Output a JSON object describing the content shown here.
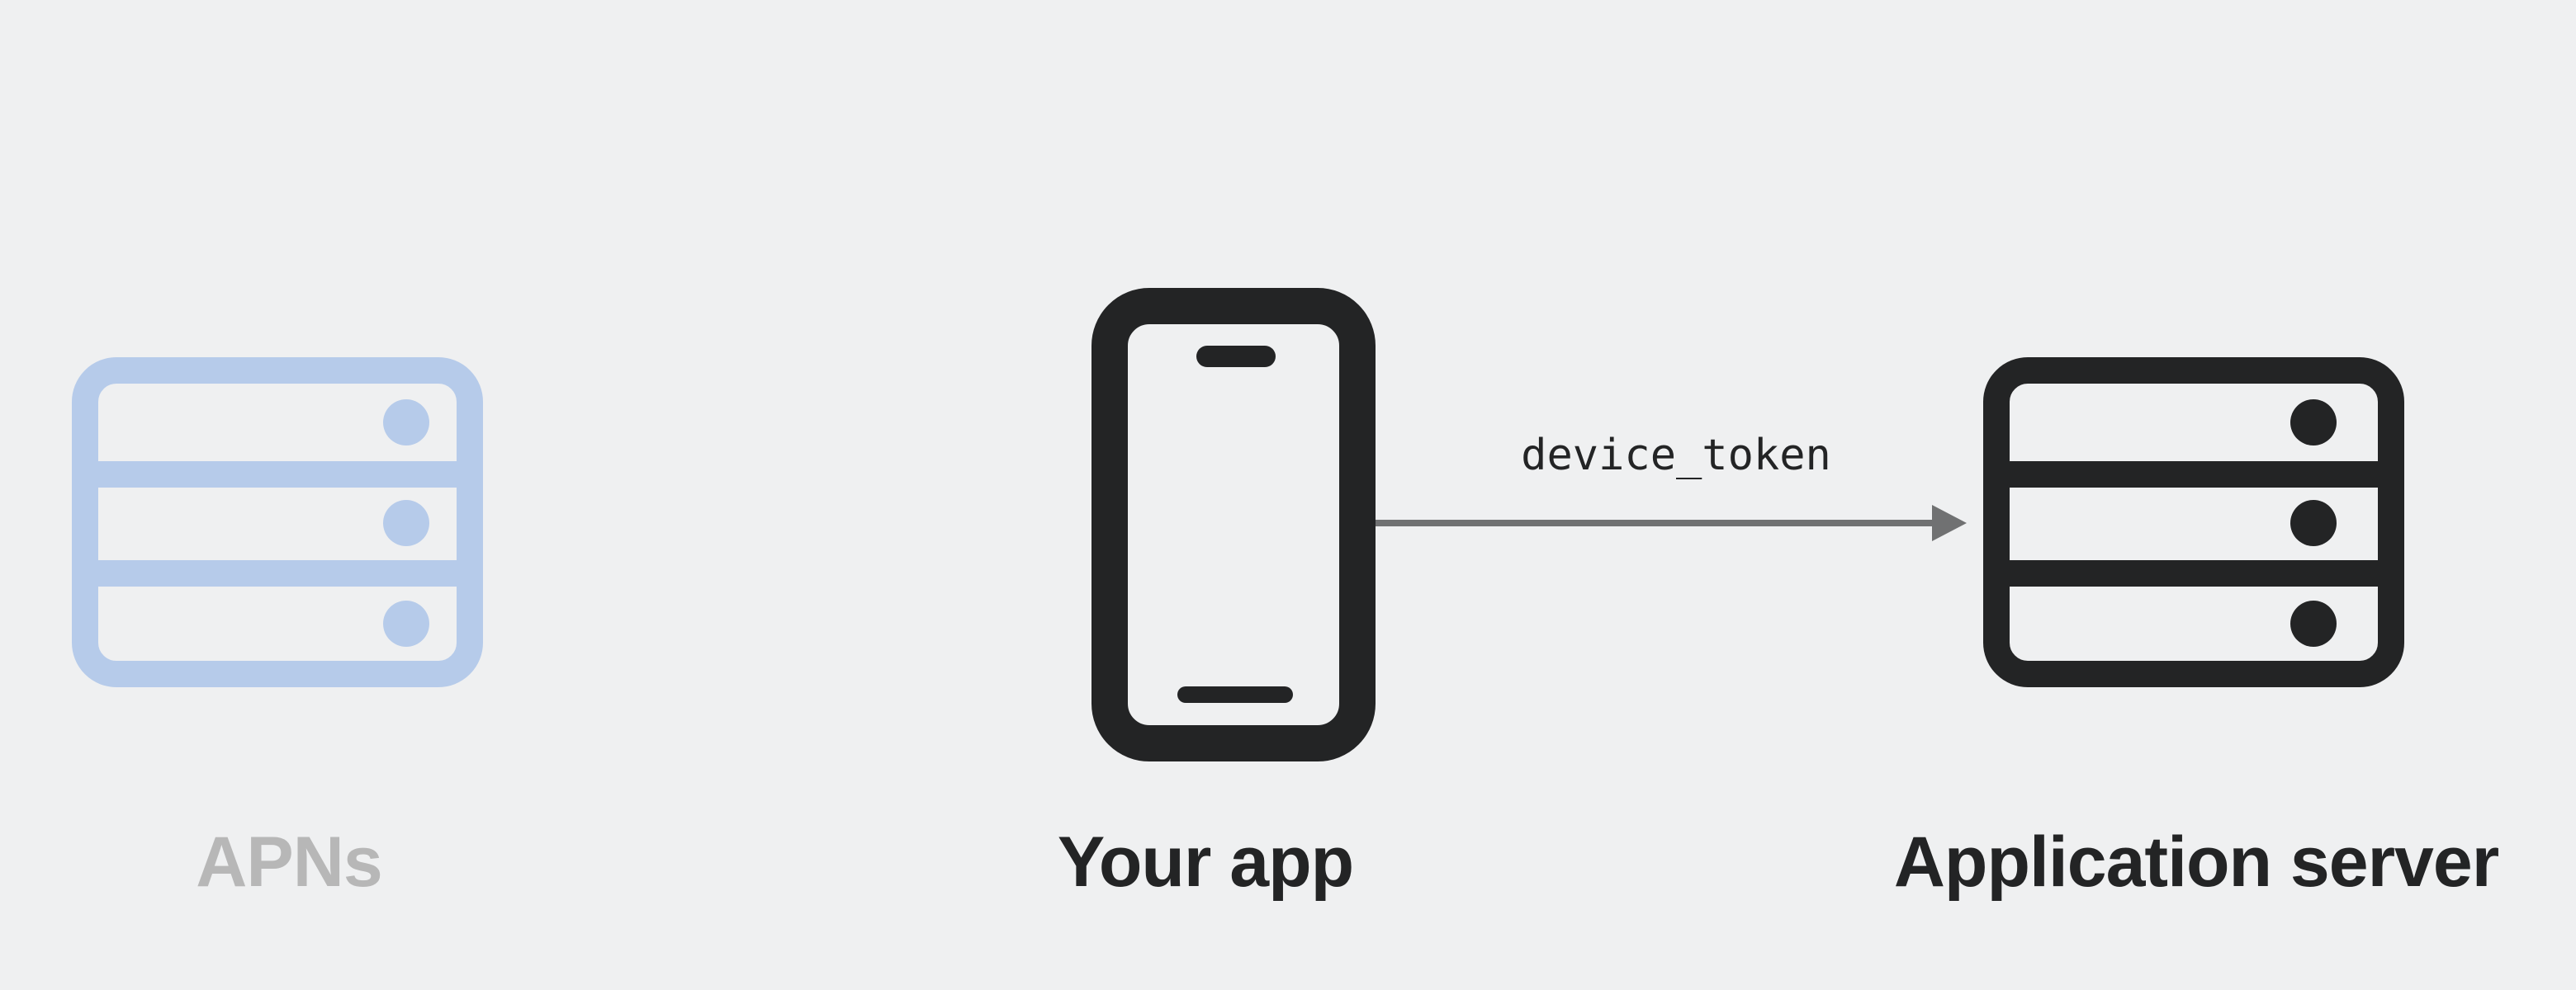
{
  "colors": {
    "background": "#eff0f1",
    "inactive_node": "#b6cbea",
    "inactive_label": "#b7b7b7",
    "active": "#232425",
    "arrow": "#707172"
  },
  "nodes": [
    {
      "id": "apns",
      "label": "APNs",
      "icon": "server-rack-icon",
      "state": "inactive"
    },
    {
      "id": "app",
      "label": "Your app",
      "icon": "iphone-icon",
      "state": "active"
    },
    {
      "id": "server",
      "label": "Application server",
      "icon": "server-rack-icon",
      "state": "active"
    }
  ],
  "edges": [
    {
      "from": "app",
      "to": "server",
      "label": "device_token"
    }
  ]
}
